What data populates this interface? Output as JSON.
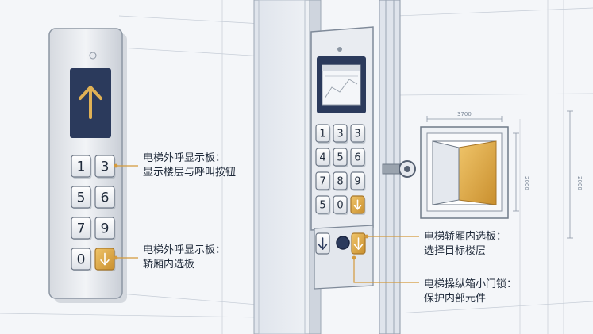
{
  "left_panel": {
    "arrow": "up-arrow-icon",
    "keypad_rows": [
      [
        "1",
        "3"
      ],
      [
        "5",
        "6"
      ],
      [
        "7",
        "9"
      ],
      [
        "0",
        "down-arrow-icon"
      ]
    ]
  },
  "right_panel": {
    "keypad_rows": [
      [
        "1",
        "3",
        "3"
      ],
      [
        "4",
        "5",
        "6"
      ],
      [
        "7",
        "8",
        "9"
      ],
      [
        "5",
        "0",
        "down-arrow-icon"
      ]
    ],
    "lower_controls": [
      "down-arrow-icon",
      "round-button",
      "down-arrow-icon"
    ]
  },
  "callouts": {
    "left_1": {
      "line1": "电梯外呼显示板：",
      "line2": "显示楼层与呼叫按钮"
    },
    "left_2": {
      "line1": "电梯外呼显示板：",
      "line2": "轿厢内选板"
    },
    "right_1": {
      "line1": "电梯轿厢内选板：",
      "line2": "选择目标楼层"
    },
    "right_2": {
      "line1": "电梯操纵箱小门锁：",
      "line2": "保护内部元件"
    }
  },
  "dimensions": {
    "top": "3700",
    "side": "2000",
    "far_side": "2000"
  },
  "colors": {
    "navy": "#2b3a5c",
    "gold": "#d9a542",
    "steel": "#c7ccd4",
    "line": "#7a8797"
  }
}
